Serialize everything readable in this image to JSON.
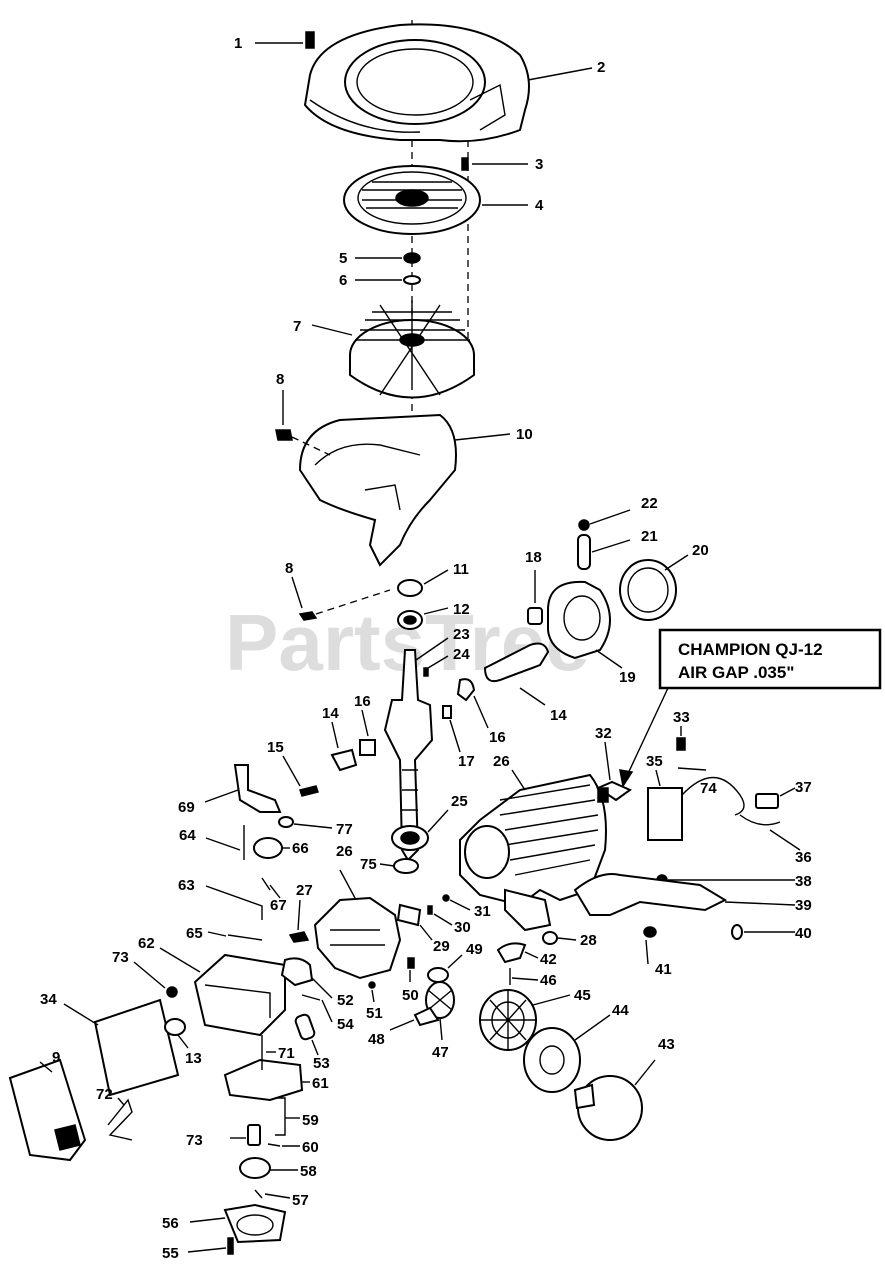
{
  "watermark": "PartsTree",
  "callout": {
    "line1": "CHAMPION QJ-12",
    "line2": "AIR GAP .035\""
  },
  "labels": [
    {
      "id": "1",
      "text": "1"
    },
    {
      "id": "2",
      "text": "2"
    },
    {
      "id": "3",
      "text": "3"
    },
    {
      "id": "4",
      "text": "4"
    },
    {
      "id": "5",
      "text": "5"
    },
    {
      "id": "6",
      "text": "6"
    },
    {
      "id": "7",
      "text": "7"
    },
    {
      "id": "8a",
      "text": "8"
    },
    {
      "id": "10",
      "text": "10"
    },
    {
      "id": "22",
      "text": "22"
    },
    {
      "id": "21",
      "text": "21"
    },
    {
      "id": "20",
      "text": "20"
    },
    {
      "id": "18",
      "text": "18"
    },
    {
      "id": "8b",
      "text": "8"
    },
    {
      "id": "11",
      "text": "11"
    },
    {
      "id": "12",
      "text": "12"
    },
    {
      "id": "23",
      "text": "23"
    },
    {
      "id": "24",
      "text": "24"
    },
    {
      "id": "19",
      "text": "19"
    },
    {
      "id": "14a",
      "text": "14"
    },
    {
      "id": "16a",
      "text": "16"
    },
    {
      "id": "14b",
      "text": "14"
    },
    {
      "id": "16b",
      "text": "16"
    },
    {
      "id": "17",
      "text": "17"
    },
    {
      "id": "32",
      "text": "32"
    },
    {
      "id": "33",
      "text": "33"
    },
    {
      "id": "15",
      "text": "15"
    },
    {
      "id": "26a",
      "text": "26"
    },
    {
      "id": "35",
      "text": "35"
    },
    {
      "id": "74",
      "text": "74"
    },
    {
      "id": "37",
      "text": "37"
    },
    {
      "id": "25",
      "text": "25"
    },
    {
      "id": "69",
      "text": "69"
    },
    {
      "id": "77",
      "text": "77"
    },
    {
      "id": "64",
      "text": "64"
    },
    {
      "id": "66",
      "text": "66"
    },
    {
      "id": "26b",
      "text": "26"
    },
    {
      "id": "36",
      "text": "36"
    },
    {
      "id": "75",
      "text": "75"
    },
    {
      "id": "38",
      "text": "38"
    },
    {
      "id": "63",
      "text": "63"
    },
    {
      "id": "67",
      "text": "67"
    },
    {
      "id": "27",
      "text": "27"
    },
    {
      "id": "31",
      "text": "31"
    },
    {
      "id": "39",
      "text": "39"
    },
    {
      "id": "30",
      "text": "30"
    },
    {
      "id": "40",
      "text": "40"
    },
    {
      "id": "65",
      "text": "65"
    },
    {
      "id": "28",
      "text": "28"
    },
    {
      "id": "29",
      "text": "29"
    },
    {
      "id": "62",
      "text": "62"
    },
    {
      "id": "49",
      "text": "49"
    },
    {
      "id": "42",
      "text": "42"
    },
    {
      "id": "41",
      "text": "41"
    },
    {
      "id": "73a",
      "text": "73"
    },
    {
      "id": "46",
      "text": "46"
    },
    {
      "id": "50",
      "text": "50"
    },
    {
      "id": "34",
      "text": "34"
    },
    {
      "id": "51",
      "text": "51"
    },
    {
      "id": "52",
      "text": "52"
    },
    {
      "id": "45",
      "text": "45"
    },
    {
      "id": "44",
      "text": "44"
    },
    {
      "id": "54",
      "text": "54"
    },
    {
      "id": "48",
      "text": "48"
    },
    {
      "id": "13",
      "text": "13"
    },
    {
      "id": "47",
      "text": "47"
    },
    {
      "id": "43",
      "text": "43"
    },
    {
      "id": "53",
      "text": "53"
    },
    {
      "id": "9",
      "text": "9"
    },
    {
      "id": "71",
      "text": "71"
    },
    {
      "id": "61",
      "text": "61"
    },
    {
      "id": "72",
      "text": "72"
    },
    {
      "id": "59",
      "text": "59"
    },
    {
      "id": "73b",
      "text": "73"
    },
    {
      "id": "60",
      "text": "60"
    },
    {
      "id": "58",
      "text": "58"
    },
    {
      "id": "57",
      "text": "57"
    },
    {
      "id": "56",
      "text": "56"
    },
    {
      "id": "55",
      "text": "55"
    }
  ]
}
